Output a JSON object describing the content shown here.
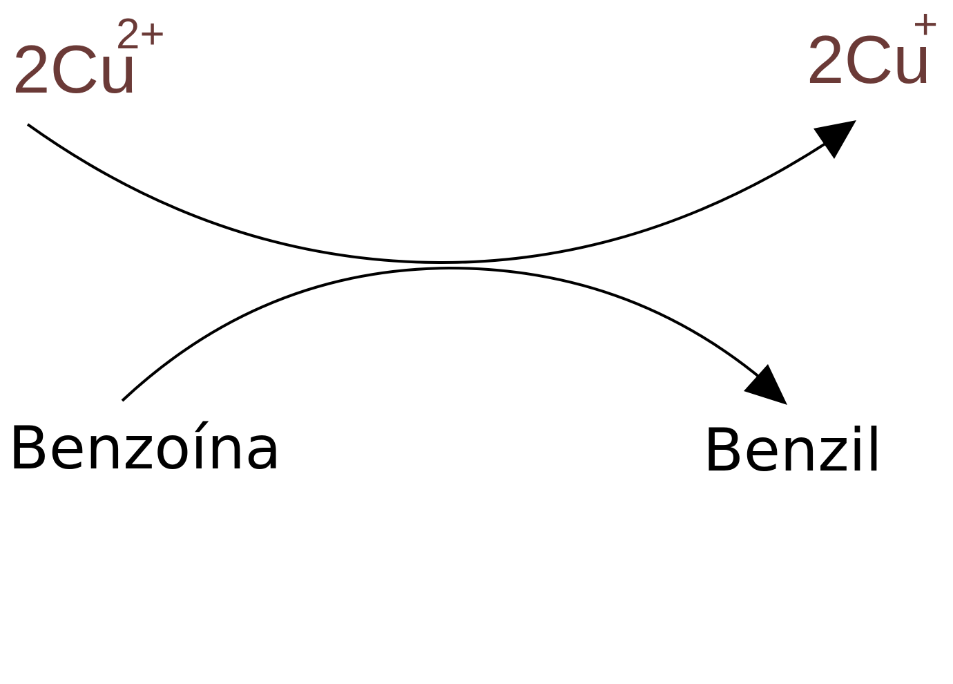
{
  "colors": {
    "copper": "#6b3a37",
    "ink": "#000000",
    "background": "#ffffff"
  },
  "reactants": {
    "copper_oxidized": {
      "base": "2Cu",
      "charge": "2+"
    },
    "organic": "Benzoína"
  },
  "products": {
    "copper_reduced": {
      "base": "2Cu",
      "charge": "+"
    },
    "organic": "Benzil"
  }
}
